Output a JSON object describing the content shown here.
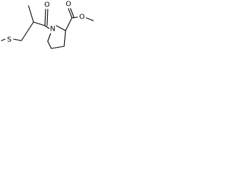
{
  "structure": {
    "atoms": {
      "s": "S",
      "o_acyl": "O",
      "o_ester_carbonyl": "O",
      "o_ester": "O",
      "n": "N"
    }
  }
}
